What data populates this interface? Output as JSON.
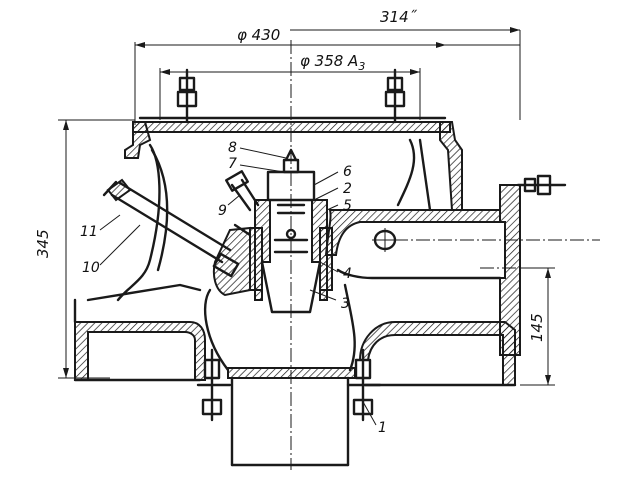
{
  "dimensions": {
    "outer_diameter": "φ 430",
    "inner_diameter": "φ 358 A",
    "inner_diameter_sub": "3",
    "offset": "314˝",
    "height_total": "345",
    "height_lower": "145"
  },
  "part_labels": [
    "1",
    "2",
    "3",
    "4",
    "5",
    "6",
    "7",
    "8",
    "9",
    "10",
    "11"
  ]
}
